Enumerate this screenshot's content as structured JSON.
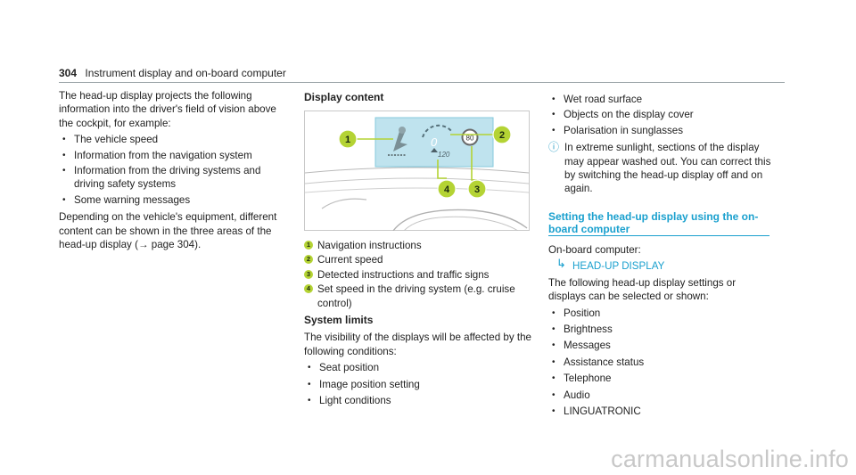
{
  "header": {
    "page_number": "304",
    "title": "Instrument display and on-board computer"
  },
  "intro": {
    "lead": "The head-up display projects the following information into the driver's field of vision above the cockpit, for example:",
    "items": [
      "The vehicle speed",
      "Information from the navigation system",
      "Information from the driving systems and driving safety systems",
      "Some warning messages"
    ],
    "depending": "Depending on the vehicle's equipment, different content can be shown in the three areas of the head-up display (→ page 304)."
  },
  "display_content": {
    "title": "Display content",
    "figure_labels": {
      "speed_display": "0",
      "speed_limit": "80",
      "set_speed": "120"
    },
    "legend": [
      {
        "num": "1",
        "text": "Navigation instructions"
      },
      {
        "num": "2",
        "text": "Current speed"
      },
      {
        "num": "3",
        "text": "Detected instructions and traffic signs"
      },
      {
        "num": "4",
        "text": "Set speed in the driving system (e.g. cruise control)"
      }
    ]
  },
  "system_limits": {
    "title": "System limits",
    "lead": "The visibility of the displays will be affected by the following conditions:",
    "items": [
      "Seat position",
      "Image position setting",
      "Light conditions",
      "Wet road surface",
      "Objects on the display cover",
      "Polarisation in sunglasses"
    ]
  },
  "note": {
    "icon": "info-icon",
    "text": "In extreme sunlight, sections of the display may appear washed out. You can correct this by switching the head-up display off and on again."
  },
  "setting_section": {
    "title": "Setting the head-up display using the on-board computer",
    "onboard_label": "On-board computer:",
    "menu_path": "HEAD-UP DISPLAY",
    "lead": "The following head-up display settings or displays can be selected or shown:",
    "items": [
      "Position",
      "Brightness",
      "Messages",
      "Assistance status",
      "Telephone",
      "Audio",
      "LINGUATRONIC"
    ]
  },
  "watermark": "carmanualsonline.info",
  "colors": {
    "accent": "#1aa0ce",
    "badge": "#b4d334",
    "hud_panel": "#bfe3ee"
  }
}
